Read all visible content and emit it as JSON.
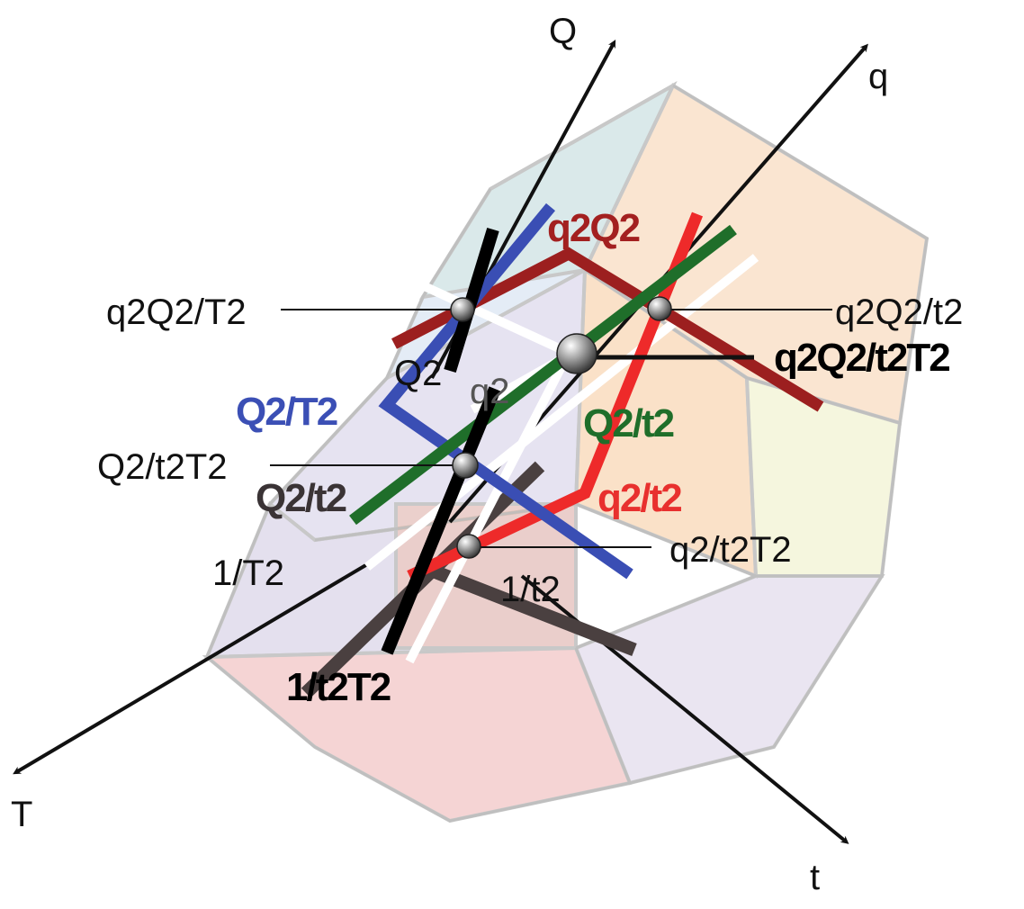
{
  "axes": {
    "Q": "Q",
    "q": "q",
    "T": "T",
    "t": "t"
  },
  "colored_labels": {
    "q2Q2": {
      "text": "q2Q2",
      "color": "#a32020"
    },
    "Q2_T2": {
      "text": "Q2/T2",
      "color": "#3b4fb5"
    },
    "Q2_t2_green": {
      "text": "Q2/t2",
      "color": "#1f6e2a"
    },
    "Q2_t2_dark": {
      "text": "Q2/t2",
      "color": "#3a3335"
    },
    "q2_t2": {
      "text": "q2/t2",
      "color": "#e8302e"
    },
    "one_t2T2": {
      "text": "1/t2T2",
      "color": "#000000"
    },
    "q2Q2_t2T2": {
      "text": "q2Q2/t2T2",
      "color": "#000000"
    }
  },
  "plain_labels": {
    "q2Q2_T2": "q2Q2/T2",
    "q2Q2_t2": "q2Q2/t2",
    "Q2": "Q2",
    "q2": "q2",
    "Q2_t2T2": "Q2/t2T2",
    "one_T2": "1/T2",
    "q2_t2T2": "q2/t2T2",
    "one_t2": "1/t2"
  },
  "line_colors": {
    "red": "#ee2a2a",
    "dark_red": "#9c1f1f",
    "blue": "#3a4eb4",
    "green": "#1f6e2a",
    "black": "#000000",
    "dark_gray": "#4a4040",
    "white": "#ffffff"
  }
}
